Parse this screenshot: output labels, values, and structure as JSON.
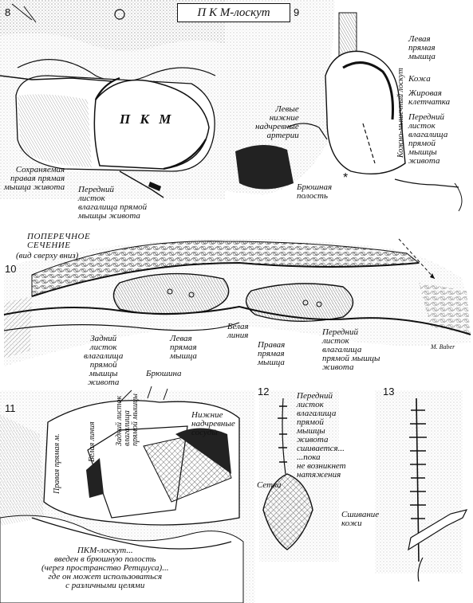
{
  "title": "П К М-лоскут",
  "panel_numbers": {
    "p8": "8",
    "p9": "9",
    "p10": "10",
    "p11": "11",
    "p12": "12",
    "p13": "13"
  },
  "panel8": {
    "flap": "П К М",
    "preserved_muscle": "Сохраняемая\nправая прямая\nмышца живота",
    "anterior_sheath": "Передний\nлисток\nвлагалища прямой\nмышцы живота"
  },
  "panel9": {
    "left_rectus": "Левая\nпрямая\nмышца",
    "skin": "Кожа",
    "fat": "Жировая\nклетчатка",
    "anterior_sheath": "Передний\nлисток\nвлагалища\nпрямой\nмышцы\nживота",
    "arteries": "Левые\nнижние\nнадчревные\nартерии",
    "cavity": "Брюшная\nполость",
    "pedicle": "Кожно-мышечный лоскут",
    "asterisk": "*"
  },
  "panel10": {
    "section_title": "ПОПЕРЕЧНОЕ\nСЕЧЕНИЕ",
    "section_sub": "(вид сверху вниз)",
    "posterior_sheath": "Задний\nлисток\nвлагалища\nпрямой\nмышцы\nживота",
    "left_rectus": "Левая\nпрямая\nмышца",
    "peritoneum": "Брюшина",
    "linea_alba": "Белая\nлиния",
    "right_rectus": "Правая\nпрямая\nмышца",
    "anterior_sheath": "Передний\nлисток\nвлагалища\nпрямой мышцы\nживота",
    "signature": "M. Baber"
  },
  "panel11": {
    "right_rectus_vert": "Правая прямая м.",
    "linea_alba_vert": "Белая линия",
    "posterior_sheath_vert": "Задний листок\nвлагалища\nпрямой мышцы",
    "vessels": "Нижние\nнадчревные\nсосуды",
    "caption": "ПКМ-лоскут...\nвведен в брюшную полость\n(через пространство Ретциуса)...\nгде он может использоваться\nс различными целями"
  },
  "panel12": {
    "text": "Передний\nлисток\nвлагалища\nпрямой\nмышцы\nживота\nсшивается...\n...пока\nне возникнет\nнатяжения",
    "mesh": "Сетка"
  },
  "panel13": {
    "skin_suture": "Сшивание\nкожи"
  },
  "colors": {
    "ink": "#111111",
    "paper": "#ffffff",
    "shade": "#2a2a2a"
  }
}
